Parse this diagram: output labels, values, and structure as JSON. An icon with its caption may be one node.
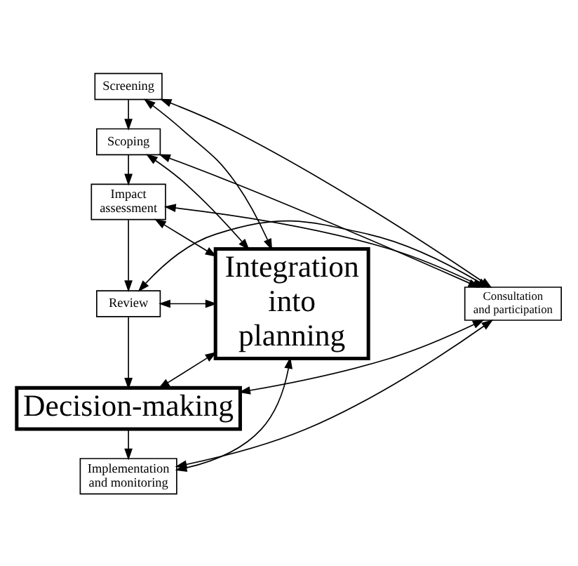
{
  "diagram": {
    "nodes": [
      {
        "text": [
          "Screening"
        ]
      },
      {
        "text": [
          "Scoping"
        ]
      },
      {
        "text": [
          "Impact assessment"
        ]
      },
      {
        "text": [
          "Review"
        ]
      },
      {
        "text": [
          "Decision-making"
        ]
      },
      {
        "text": [
          "Implementation and monitoring"
        ]
      },
      {
        "text": [
          "Consultation and participation"
        ]
      },
      {
        "text": [
          "Integration into planning"
        ]
      }
    ],
    "edges": [
      {
        "from": 0,
        "to": 1,
        "arrow": "to"
      },
      {
        "from": 1,
        "to": 2,
        "arrow": "to"
      },
      {
        "from": 2,
        "to": 3,
        "arrow": "to"
      },
      {
        "from": 3,
        "to": 4,
        "arrow": "to"
      },
      {
        "from": 4,
        "to": 5,
        "arrow": "to"
      },
      {
        "from": 6,
        "to": 0,
        "arrow": "both"
      },
      {
        "from": 6,
        "to": 1,
        "arrow": "both"
      },
      {
        "from": 6,
        "to": 2,
        "arrow": "both"
      },
      {
        "from": 6,
        "to": 3,
        "arrow": "both"
      },
      {
        "from": 6,
        "to": 4,
        "arrow": "both"
      },
      {
        "from": 6,
        "to": 5,
        "arrow": "both"
      },
      {
        "from": 0,
        "to": 7,
        "arrow": "both"
      },
      {
        "from": 1,
        "to": 7,
        "arrow": "both"
      },
      {
        "from": 2,
        "to": 7,
        "arrow": "both"
      },
      {
        "from": 3,
        "to": 7,
        "arrow": "both"
      },
      {
        "from": 4,
        "to": 7,
        "arrow": "both"
      },
      {
        "from": 5,
        "to": 7,
        "arrow": "both"
      }
    ]
  }
}
